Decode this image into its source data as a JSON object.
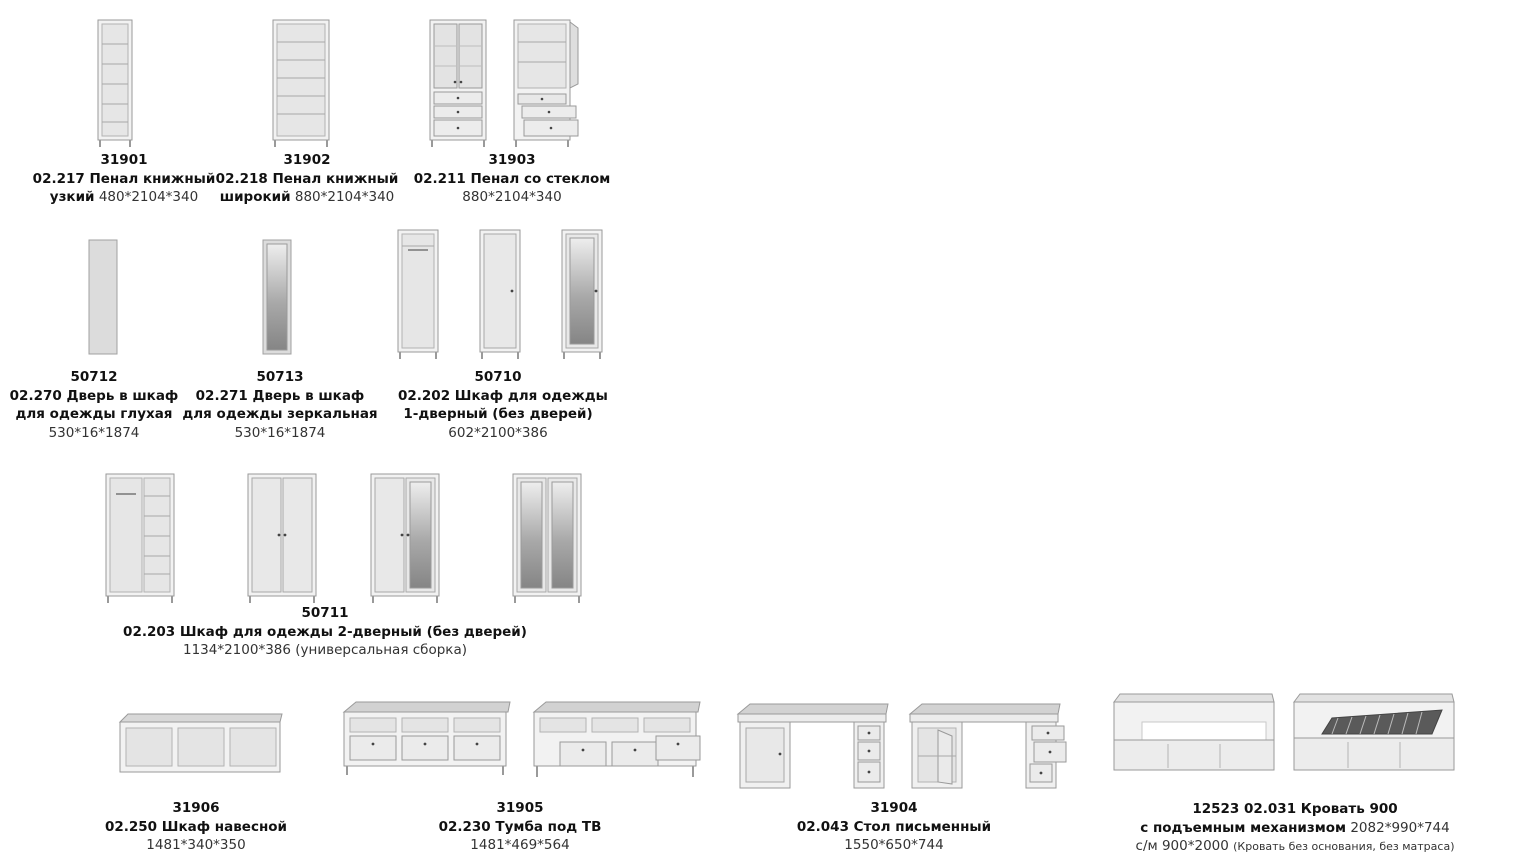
{
  "items": [
    {
      "code": "31901",
      "line1": "02.217 Пенал книжный",
      "line2_bold": "узкий",
      "line2_dim": "480*2104*340"
    },
    {
      "code": "31902",
      "line1": "02.218 Пенал книжный",
      "line2_bold": "широкий",
      "line2_dim": "880*2104*340"
    },
    {
      "code": "31903",
      "line1": "02.211 Пенал со стеклом",
      "line2_dim": "880*2104*340"
    },
    {
      "code": "50712",
      "line1": "02.270 Дверь в шкаф",
      "line2_bold": "для одежды глухая",
      "line3_dim": "530*16*1874"
    },
    {
      "code": "50713",
      "line1": "02.271 Дверь в шкаф",
      "line2_bold": "для одежды зеркальная",
      "line3_dim": "530*16*1874"
    },
    {
      "code": "50710",
      "line1": "02.202 Шкаф для одежды",
      "line2_bold": "1-дверный (без дверей)",
      "line3_dim": "602*2100*386"
    },
    {
      "code": "50711",
      "line1": "02.203 Шкаф для одежды 2-дверный (без дверей)",
      "line2_dim": "1134*2100*386 (универсальная сборка)"
    },
    {
      "code": "31906",
      "line1": "02.250 Шкаф навесной",
      "line2_dim": "1481*340*350"
    },
    {
      "code": "31905",
      "line1": "02.230 Тумба под ТВ",
      "line2_dim": "1481*469*564"
    },
    {
      "code": "31904",
      "line1": "02.043 Стол письменный",
      "line2_dim": "1550*650*744"
    },
    {
      "code": "12523 02.031 Кровать 900",
      "line1": "с подъемным механизмом",
      "line1_dim": "2082*990*744",
      "line2_dim": "с/м 900*2000",
      "line2_note": "(Кровать без основания, без матраса)"
    }
  ]
}
